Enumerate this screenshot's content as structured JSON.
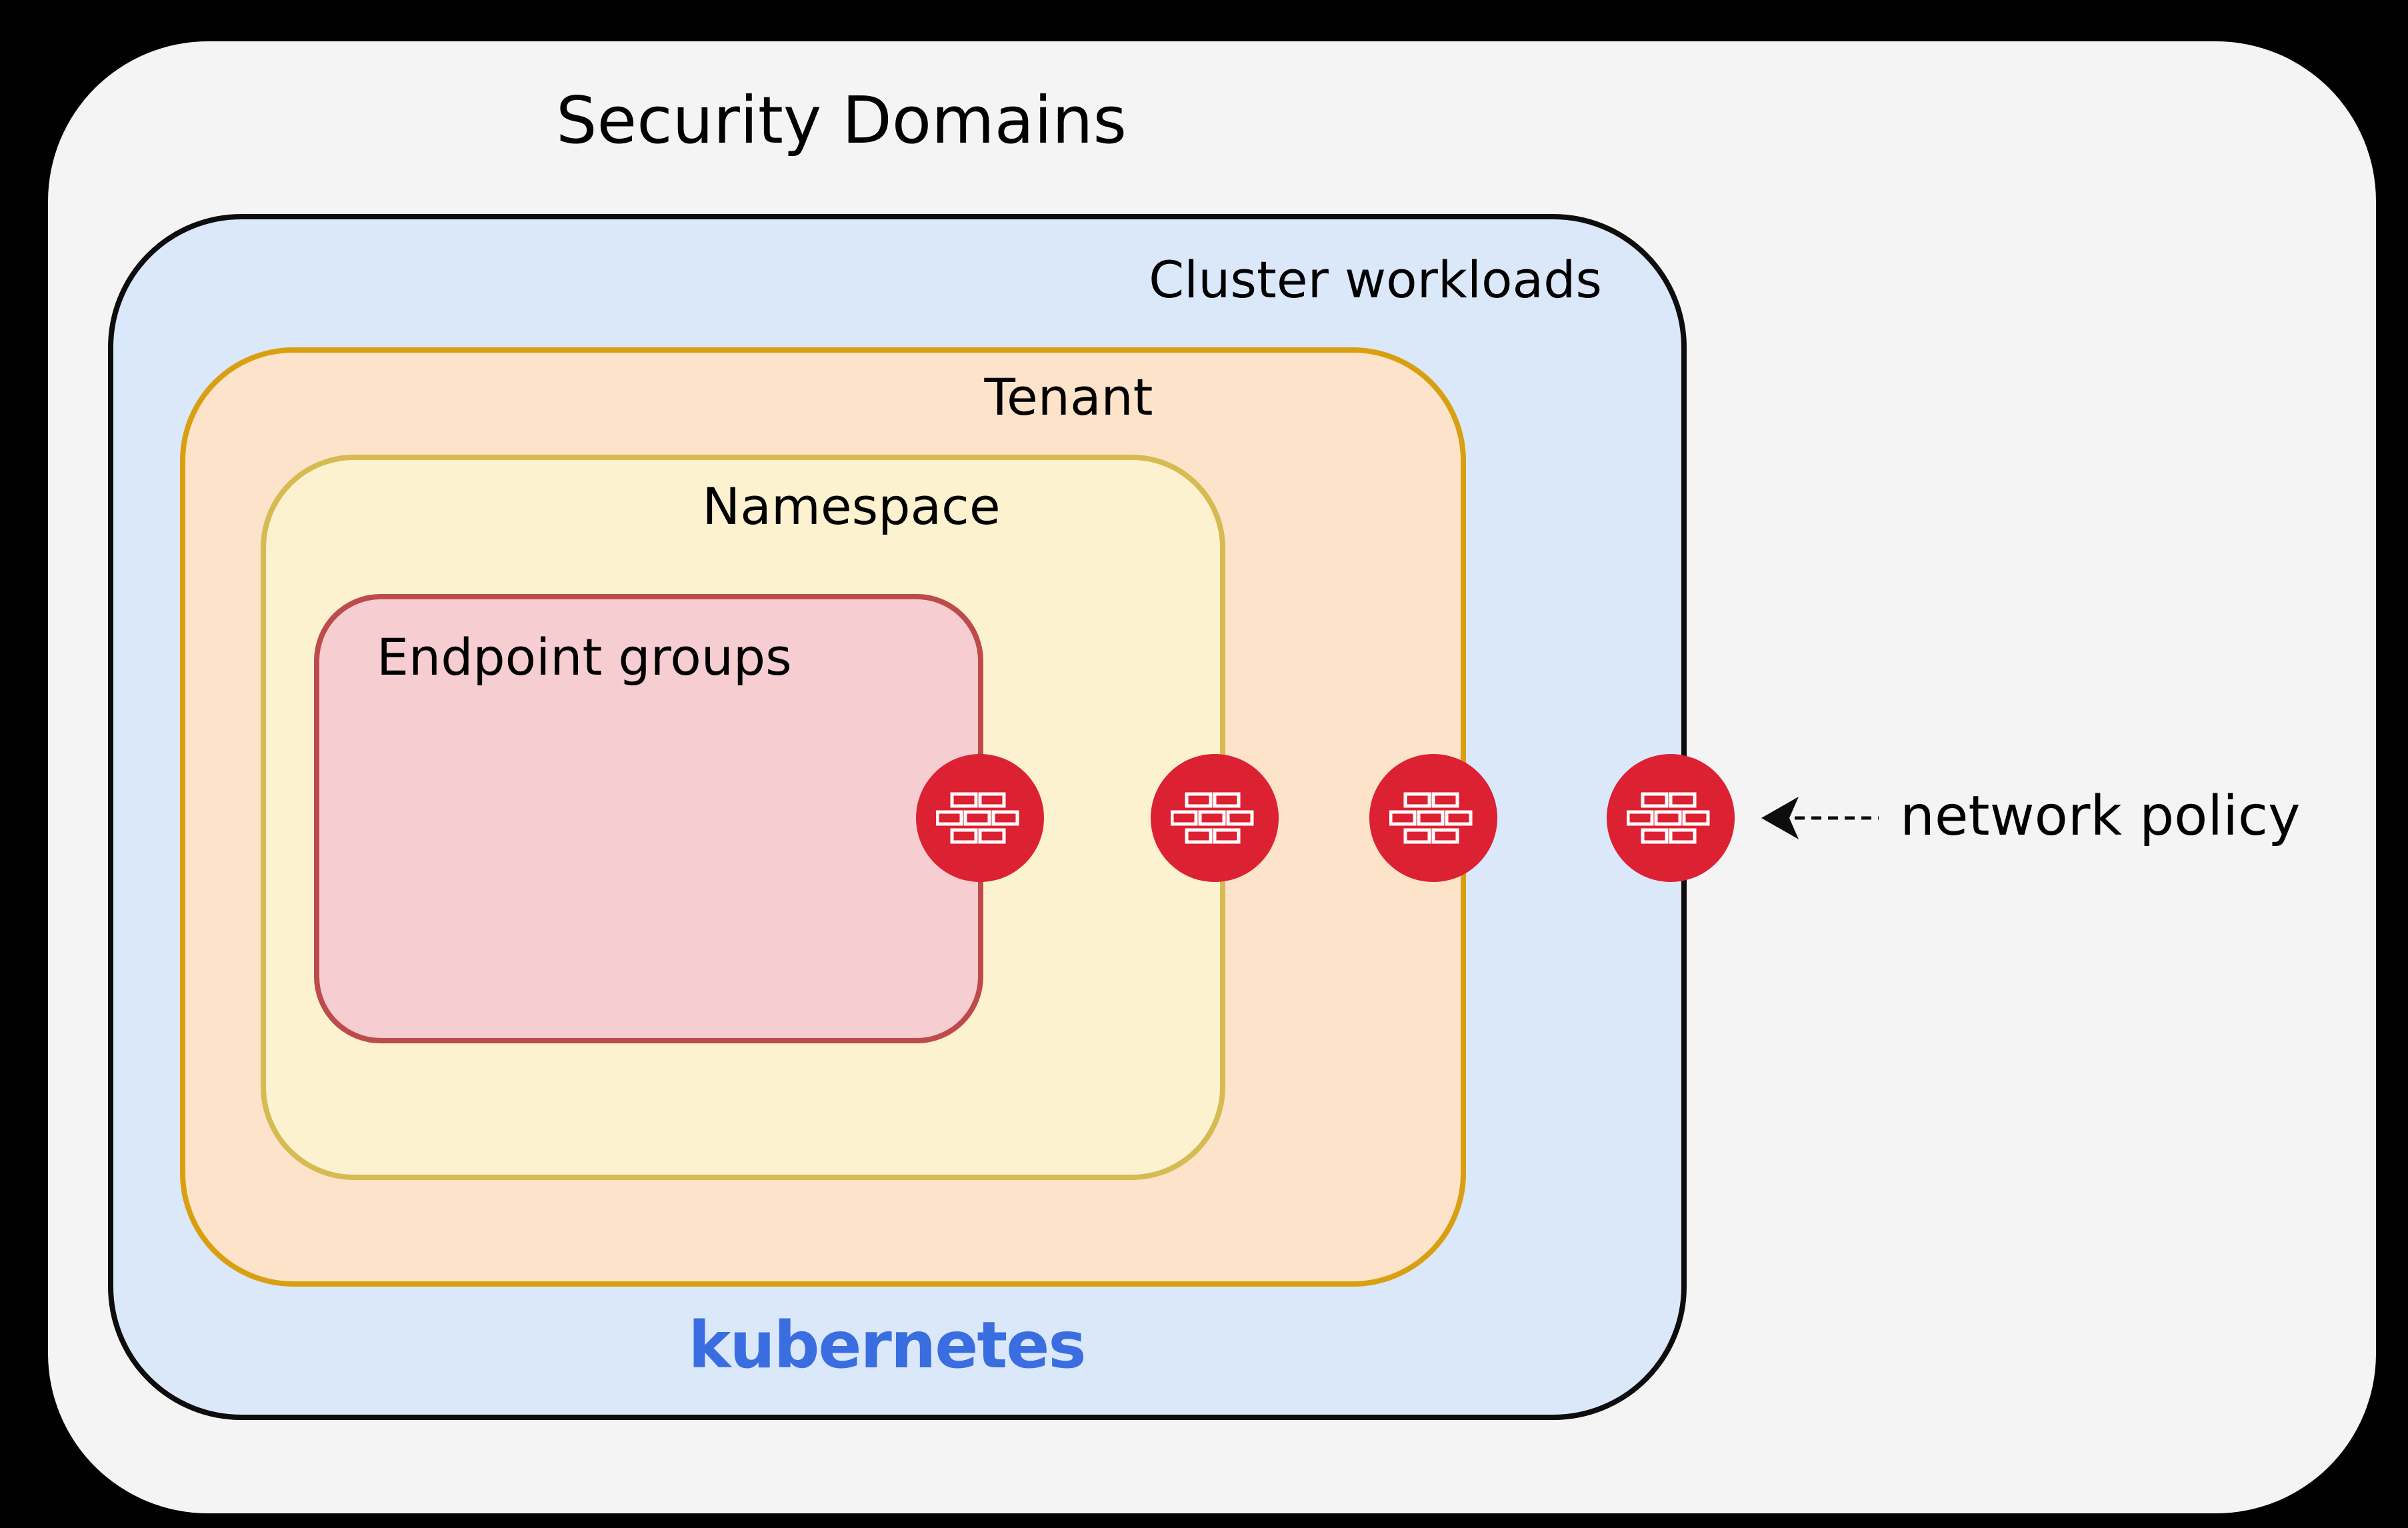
{
  "title": "Security Domains",
  "layers": [
    {
      "id": "cluster-workloads",
      "label": "Cluster workloads"
    },
    {
      "id": "tenant",
      "label": "Tenant"
    },
    {
      "id": "namespace",
      "label": "Namespace"
    },
    {
      "id": "endpoint-groups",
      "label": "Endpoint groups"
    }
  ],
  "platform_label": "kubernetes",
  "annotation": {
    "label": "network policy"
  },
  "icons": {
    "firewall": "firewall-icon",
    "arrow": "dashed-arrow-left-icon",
    "firewall_count": 4
  },
  "colors": {
    "background": "#000000",
    "outer_fill": "#f4f4f4",
    "cluster_fill": "#dbe8fa",
    "cluster_border": "#0d0d0d",
    "tenant_fill": "#fde3ca",
    "tenant_border": "#d8a011",
    "namespace_fill": "#fdf2cf",
    "namespace_border": "#d6ba52",
    "endpoint_fill": "#f6cdd1",
    "endpoint_border": "#bd4b4b",
    "firewall_red": "#dc2132",
    "kubernetes_blue": "#3a6ee0",
    "text": "#000000"
  }
}
